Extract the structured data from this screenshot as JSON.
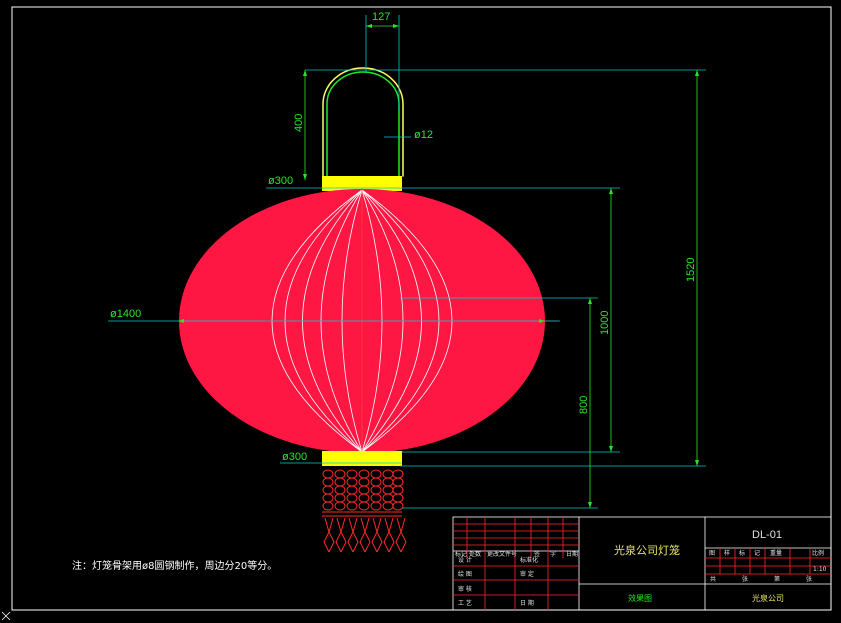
{
  "drawing": {
    "dimensions": {
      "handle_width": "127",
      "handle_height": "400",
      "handle_rod": "ø12",
      "top_cap": "ø300",
      "bottom_cap": "ø300",
      "body_diameter": "ø1400",
      "total_height": "1520",
      "body_height": "1000",
      "lower_height": "800"
    },
    "note": "注：灯笼骨架用ø8圆钢制作，周边分20等分。",
    "colors": {
      "background": "#000000",
      "lantern": "#ff1744",
      "cap": "#ffff00",
      "dimension": "#27e627",
      "leader": "#00c8c8",
      "frame": "#ffffff"
    }
  },
  "title_block": {
    "project_title": "光泉公司灯笼",
    "sheet_name": "效果图",
    "drawing_no": "DL-01",
    "company": "光泉公司",
    "scale": "1:10",
    "header_labels": [
      "标记",
      "处数",
      "更改文件号",
      "签",
      "字",
      "日",
      "期"
    ],
    "sign_rows": [
      {
        "role": "设 计",
        "field": "标准化"
      },
      {
        "role": "绘 图",
        "field": "审 定"
      },
      {
        "role": "审 核",
        "field": ""
      },
      {
        "role": "工 艺",
        "field": "日 期"
      }
    ],
    "attr_labels": [
      "图",
      "样",
      "标",
      "记",
      "重量",
      "比例"
    ],
    "sheet_labels": [
      "共",
      "张",
      "第",
      "张"
    ]
  }
}
